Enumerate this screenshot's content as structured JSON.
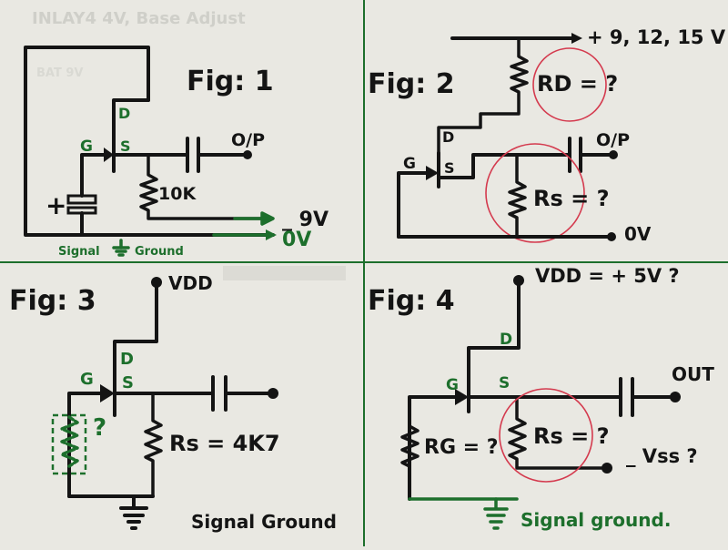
{
  "colors": {
    "paper": "#e9e8e2",
    "ink": "#141414",
    "green": "#1d6f2c",
    "red_circle": "#d43a4e",
    "faded": "#c8c8c2"
  },
  "fig1": {
    "title": "Fig: 1",
    "drain": "D",
    "gate": "G",
    "source": "S",
    "output": "O/P",
    "resistor": "10K",
    "supply": "_ 9V",
    "zero": "0V",
    "battery_plus": "+",
    "ground_left": "Signal",
    "ground_right": "Ground",
    "faded_header": "INLAY4  4V,  Base   Adjust",
    "faded_box": "BAT 9V"
  },
  "fig2": {
    "title": "Fig: 2",
    "supply": "+ 9, 12, 15 V",
    "rd": "RD = ?",
    "drain": "D",
    "gate": "G",
    "source": "S",
    "output": "O/P",
    "rs": "Rs = ?",
    "zero": "0V"
  },
  "fig3": {
    "title": "Fig: 3",
    "vdd": "VDD",
    "drain": "D",
    "gate": "G",
    "source": "S",
    "question": "?",
    "rs": "Rs = 4K7",
    "ground": "Signal Ground"
  },
  "fig4": {
    "title": "Fig: 4",
    "vdd": "VDD = + 5V ?",
    "drain": "D",
    "gate": "G",
    "source": "S",
    "out": "OUT",
    "rg": "RG = ?",
    "rs": "Rs = ?",
    "vss": "_ Vss ?",
    "ground": "Signal ground."
  }
}
